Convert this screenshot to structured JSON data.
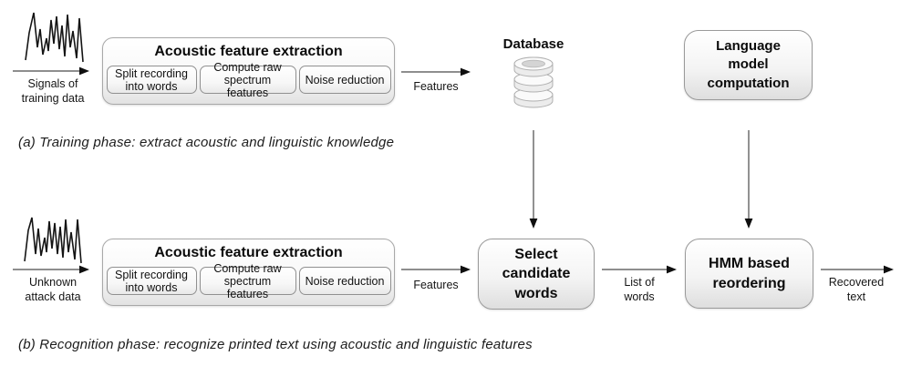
{
  "colors": {
    "line": "#4a4a4a",
    "arrowhead": "#0f0f0f",
    "box_border": "#a0a0a0"
  },
  "phase_a": {
    "input_label": "Signals of\ntraining data",
    "extraction": {
      "title": "Acoustic feature extraction",
      "steps": [
        "Split recording\ninto words",
        "Compute raw\nspectrum features",
        "Noise reduction"
      ]
    },
    "features_label": "Features",
    "database": {
      "label": "Database"
    },
    "language_model": {
      "label": "Language\nmodel\ncomputation"
    },
    "caption": "(a) Training phase: extract acoustic and linguistic knowledge"
  },
  "phase_b": {
    "input_label": "Unknown\nattack data",
    "extraction": {
      "title": "Acoustic feature extraction",
      "steps": [
        "Split recording\ninto words",
        "Compute raw\nspectrum features",
        "Noise reduction"
      ]
    },
    "features_label": "Features",
    "select_candidates": {
      "label": "Select\ncandidate\nwords"
    },
    "list_of_words_label": "List of\nwords",
    "hmm_reordering": {
      "label": "HMM based\nreordering"
    },
    "recovered_text_label": "Recovered\ntext",
    "caption": "(b) Recognition phase: recognize printed text using acoustic and linguistic features"
  }
}
